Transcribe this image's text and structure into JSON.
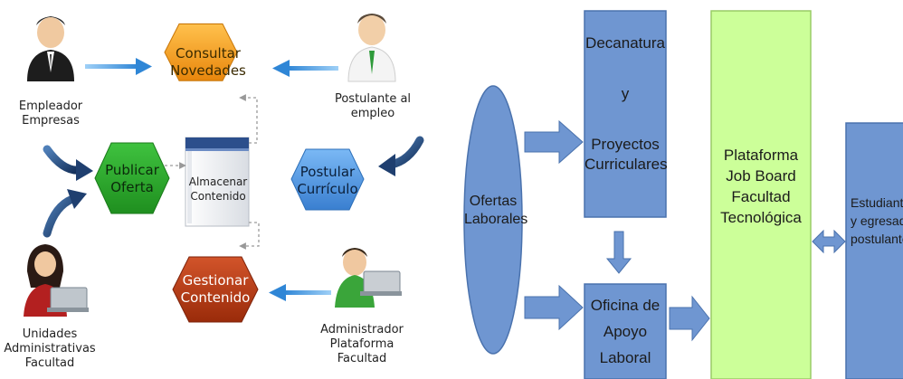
{
  "left_diagram": {
    "actors": {
      "employer": [
        "Empleador",
        "Empresas"
      ],
      "applicant": [
        "Postulante al",
        "empleo"
      ],
      "units": [
        "Unidades",
        "Administrativas",
        "Facultad"
      ],
      "admin": [
        "Administrador",
        "Plataforma",
        "Facultad"
      ]
    },
    "processes": {
      "consult": [
        "Consultar",
        "Novedades"
      ],
      "publish": [
        "Publicar",
        "Oferta"
      ],
      "apply": [
        "Postular",
        "Currículo"
      ],
      "manage": [
        "Gestionar",
        "Contenido"
      ]
    },
    "storage": [
      "Almacenar",
      "Contenido"
    ],
    "colors": {
      "consult": "#f7a21b",
      "publish": "#2aa82a",
      "apply": "#4a90e2",
      "manage": "#b8390e",
      "arrow": "#2f86d6",
      "dark_arrow": "#1f3f6f"
    }
  },
  "right_diagram": {
    "offers": [
      "Ofertas",
      "Laborales"
    ],
    "dean": [
      "Decanatura",
      "y",
      "Proyectos",
      "Curriculares"
    ],
    "office": [
      "Oficina de",
      "Apoyo",
      "Laboral"
    ],
    "platform": [
      "Plataforma",
      "Job Board",
      "Facultad",
      "Tecnológica"
    ],
    "students": [
      "Estudiantes",
      "y egresados",
      "postulantes"
    ],
    "colors": {
      "box": "#6f96d1",
      "box_border": "#4a72ad",
      "platform": "#ccff99",
      "platform_border": "#99cc66",
      "arrow": "#6f96d1"
    }
  }
}
